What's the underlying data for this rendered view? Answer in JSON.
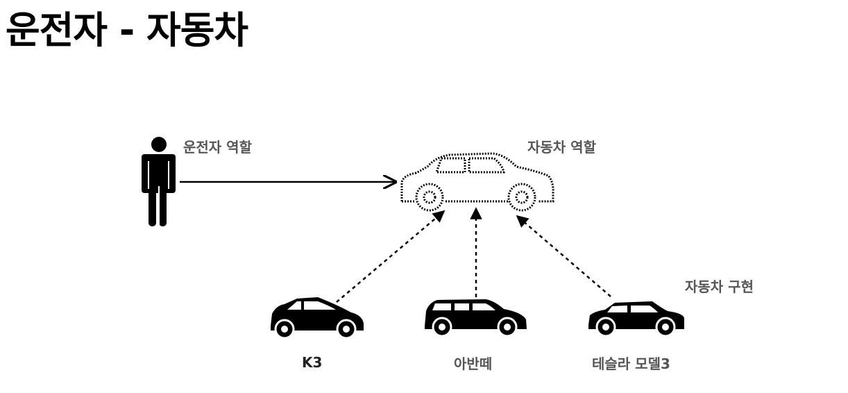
{
  "title": "운전자 - 자동차",
  "labels": {
    "driver_role": "운전자 역할",
    "car_role": "자동차 역할",
    "car_impl": "자동차 구현",
    "k3": "K3",
    "avante": "아반떼",
    "tesla": "테슬라 모델3"
  },
  "colors": {
    "label_gray": "#555555",
    "ink": "#000000"
  },
  "icons": [
    "person-icon",
    "car-outline-icon",
    "sedan-icon",
    "hatchback-icon",
    "wagon-icon"
  ]
}
